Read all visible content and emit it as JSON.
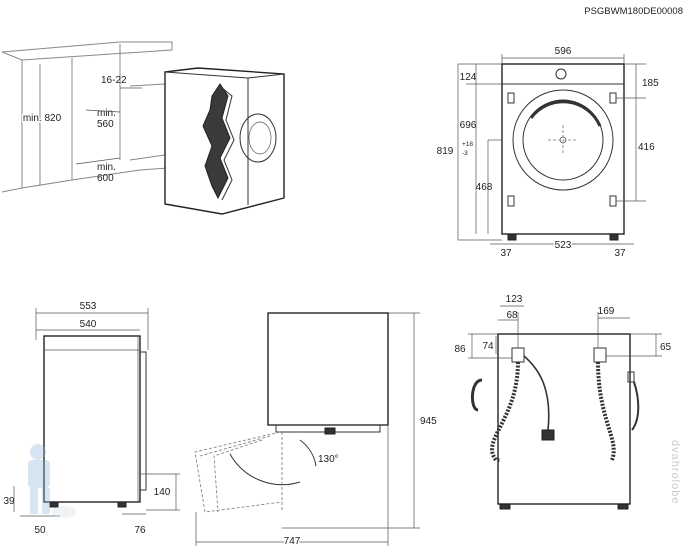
{
  "product_code": "PSGBWM180DE00008",
  "watermark": "dvahrolobe",
  "niche_view": {
    "min_height": "min. 820",
    "gap": "16-22",
    "min_depth": "min.\n560",
    "min_width": "min.\n600"
  },
  "front_view": {
    "width": "596",
    "top_panel": "124",
    "panel_height": "696",
    "total_height": "819",
    "tolerance": "+18 -3",
    "door_center": "468",
    "right_top": "185",
    "right_height": "416",
    "foot_span": "523",
    "foot_left": "37",
    "foot_right": "37"
  },
  "side_view": {
    "depth_total": "553",
    "depth_body": "540",
    "drain_height": "140",
    "foot_offset": "76",
    "plug_height": "39",
    "plug_width": "50"
  },
  "door_view": {
    "door_angle": "130°",
    "open_depth": "747",
    "open_height": "945"
  },
  "back_view": {
    "hose_distance": "123",
    "inlet_offset": "68",
    "outlet_offset": "169",
    "left_height": "86",
    "left_inlet": "74",
    "right_height": "65"
  }
}
